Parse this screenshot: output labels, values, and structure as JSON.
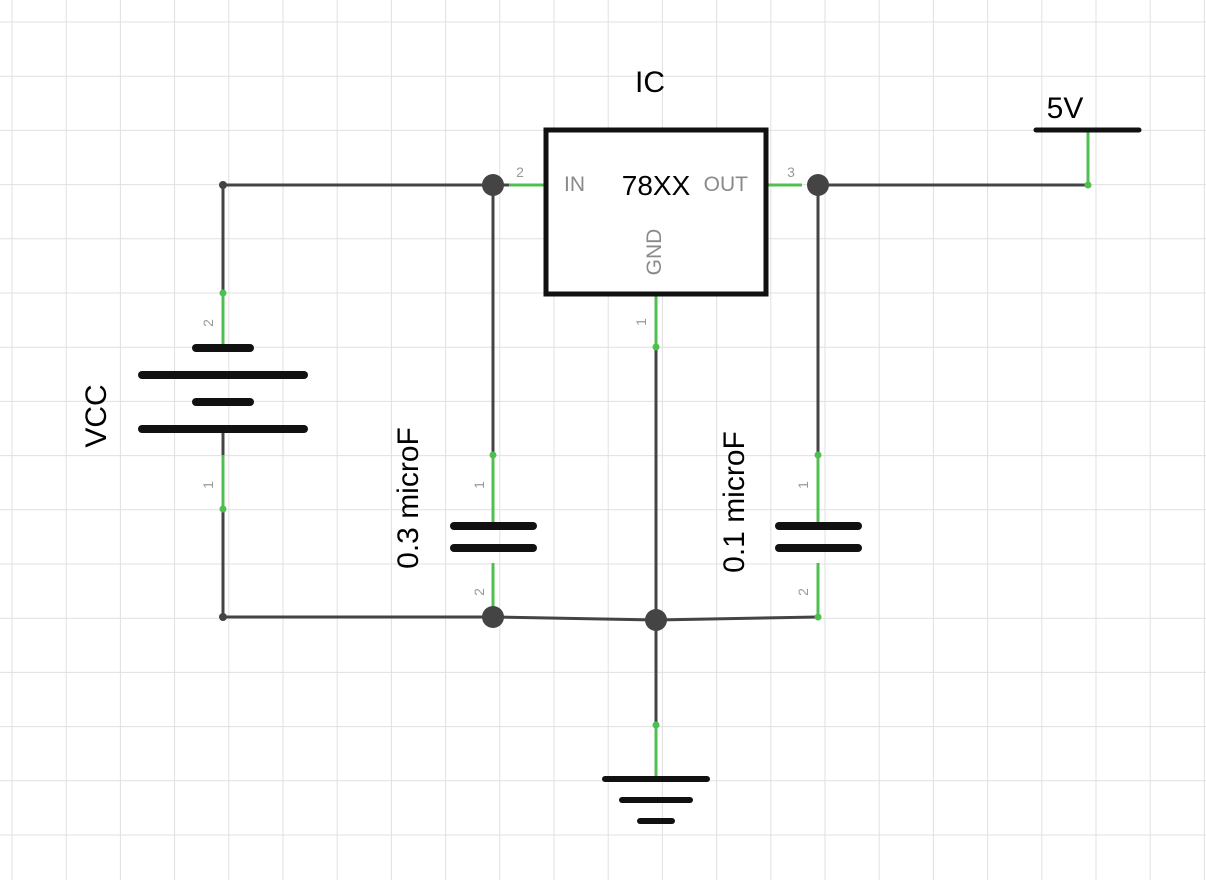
{
  "colors": {
    "grid": "#e0e0e0",
    "wire": "#444444",
    "pin": "#4fbf4f",
    "symbol": "#111111",
    "pin_number": "#999999",
    "pin_name": "#8a8a8a"
  },
  "regulator": {
    "ref_label": "IC",
    "part_value": "78XX",
    "pins": {
      "in": {
        "name": "IN",
        "number": "2"
      },
      "out": {
        "name": "OUT",
        "number": "3"
      },
      "gnd": {
        "name": "GND",
        "number": "1"
      }
    }
  },
  "battery": {
    "label": "VCC",
    "pin_top": "2",
    "pin_bottom": "1"
  },
  "input_capacitor": {
    "label": "0.3 microF",
    "pin_top": "1",
    "pin_bottom": "2"
  },
  "output_capacitor": {
    "label": "0.1 microF",
    "pin_top": "1",
    "pin_bottom": "2"
  },
  "output_rail": {
    "label": "5V"
  }
}
